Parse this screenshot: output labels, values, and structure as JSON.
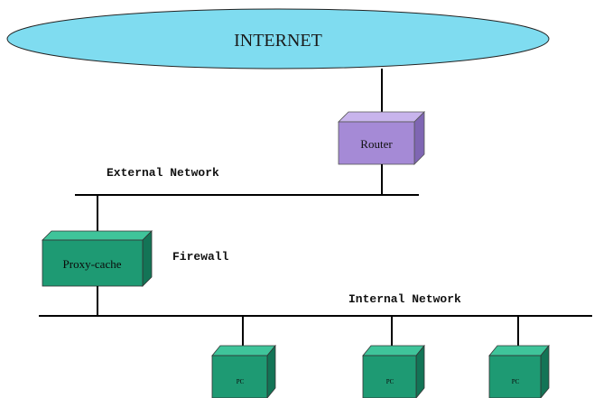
{
  "diagram": {
    "internet_label": "INTERNET",
    "router_label": "Router",
    "external_network_label": "External Network",
    "proxy_label": "Proxy-cache",
    "firewall_label": "Firewall",
    "internal_network_label": "Internal Network",
    "pc_labels": [
      "PC",
      "PC",
      "PC"
    ]
  },
  "colors": {
    "internet_fill": "#7fdcf0",
    "router_front": "#a58ad6",
    "router_top": "#c8b4ec",
    "router_side": "#7f66b3",
    "node_front": "#1e9a73",
    "node_top": "#3fc49a",
    "node_side": "#137456",
    "line": "#000000"
  }
}
